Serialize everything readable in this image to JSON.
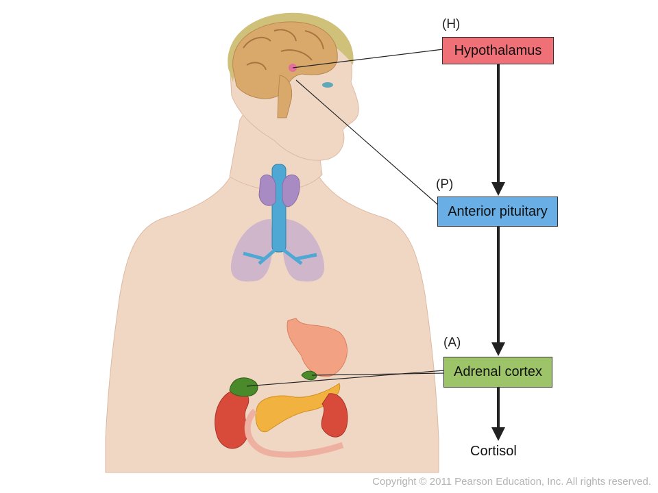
{
  "diagram": {
    "nodes": [
      {
        "tag": "(H)",
        "label": "Hypothalamus",
        "color": "#f07078"
      },
      {
        "tag": "(P)",
        "label": "Anterior pituitary",
        "color": "#6aaee6"
      },
      {
        "tag": "(A)",
        "label": "Adrenal cortex",
        "color": "#9ec46a"
      }
    ],
    "output": "Cortisol"
  },
  "colors": {
    "skin": "#f0d7c4",
    "skin_shadow": "#dcb9a3",
    "hair": "#cfc07a",
    "brain": "#d9a96c",
    "trachea": "#4fa8d4",
    "lungs": "#b79ad0",
    "thyroid": "#a98bc4",
    "stomach": "#f2a182",
    "kidney": "#d84a3a",
    "adrenal": "#4a8a2a",
    "pancreas": "#f1b240",
    "arrow": "#222222"
  },
  "footer": {
    "copyright": "Copyright © 2011 Pearson Education, Inc. All rights reserved."
  }
}
